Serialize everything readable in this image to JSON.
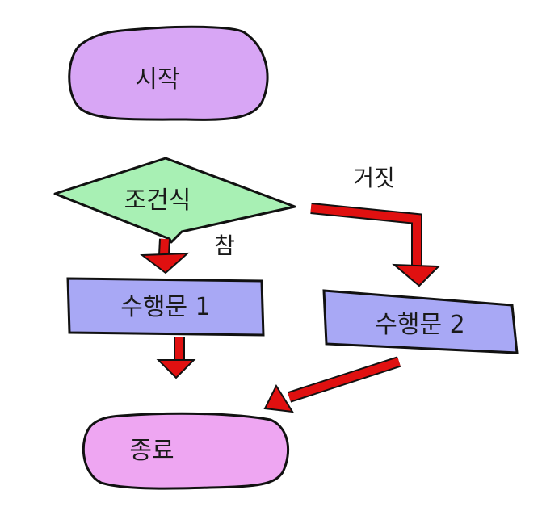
{
  "flowchart": {
    "start": {
      "label": "시작",
      "fill": "#d8a6f5"
    },
    "condition": {
      "label": "조건식",
      "fill": "#a8f0b4"
    },
    "process1": {
      "label": "수행문 1",
      "fill": "#a8a8f5"
    },
    "process2": {
      "label": "수행문 2",
      "fill": "#a8a8f5"
    },
    "end": {
      "label": "종료",
      "fill": "#eea6f2"
    },
    "edges": {
      "true_label": "참",
      "false_label": "거짓",
      "arrow_color": "#e01010"
    }
  }
}
